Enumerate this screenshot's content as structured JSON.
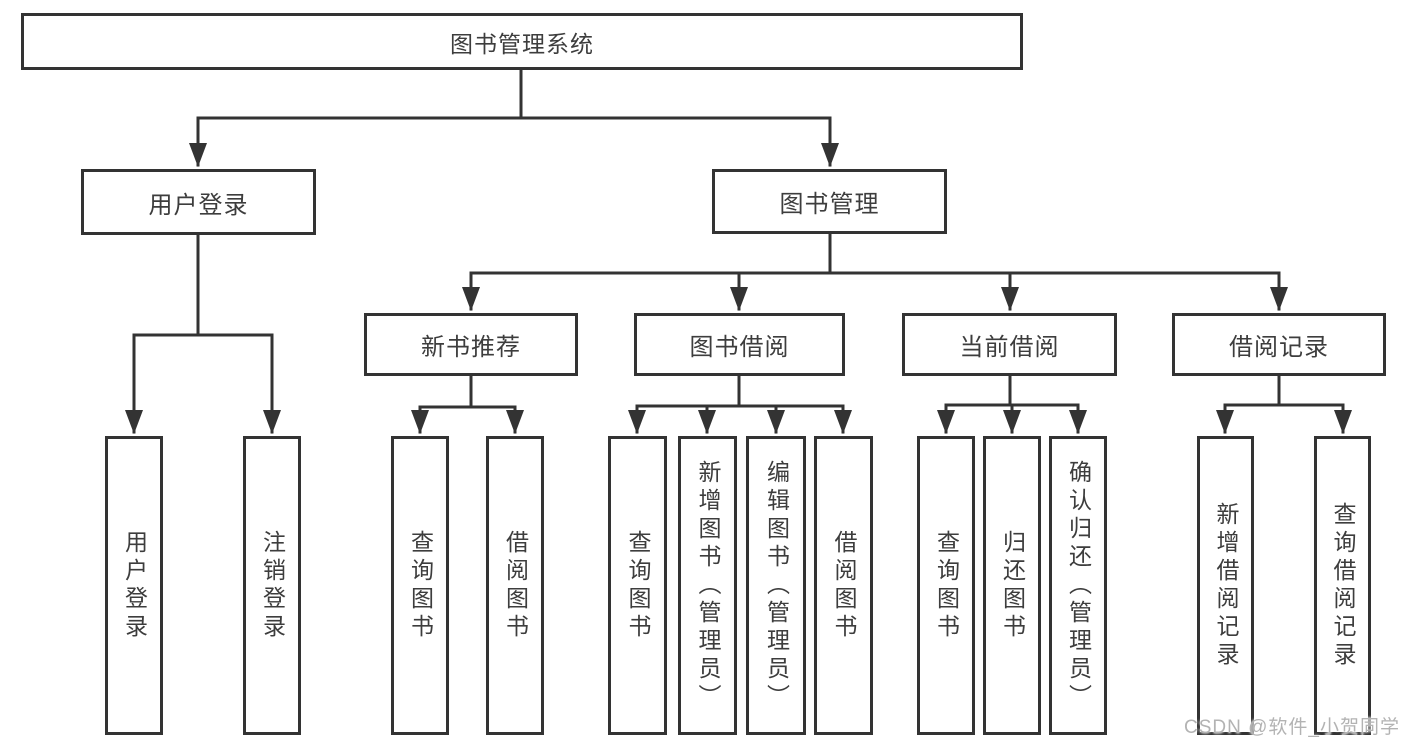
{
  "diagram_type": "hierarchy-tree",
  "colors": {
    "line": "#333333",
    "box_border": "#333333",
    "text": "#3d3d3d",
    "background": "#ffffff",
    "watermark_text": "#b3b3b3"
  },
  "tree": {
    "root": {
      "label": "图书管理系统"
    },
    "branches": [
      {
        "label": "用户登录",
        "children": [
          {
            "label": "用户登录"
          },
          {
            "label": "注销登录"
          }
        ]
      },
      {
        "label": "图书管理",
        "children": [
          {
            "label": "新书推荐",
            "children": [
              {
                "label": "查询图书"
              },
              {
                "label": "借阅图书"
              }
            ]
          },
          {
            "label": "图书借阅",
            "children": [
              {
                "label": "查询图书"
              },
              {
                "label": "新增图书（管理员）"
              },
              {
                "label": "编辑图书（管理员）"
              },
              {
                "label": "借阅图书"
              }
            ]
          },
          {
            "label": "当前借阅",
            "children": [
              {
                "label": "查询图书"
              },
              {
                "label": "归还图书"
              },
              {
                "label": "确认归还（管理员）"
              }
            ]
          },
          {
            "label": "借阅记录",
            "children": [
              {
                "label": "新增借阅记录"
              },
              {
                "label": "查询借阅记录"
              }
            ]
          }
        ]
      }
    ]
  },
  "watermark": "CSDN @软件_小贺同学"
}
